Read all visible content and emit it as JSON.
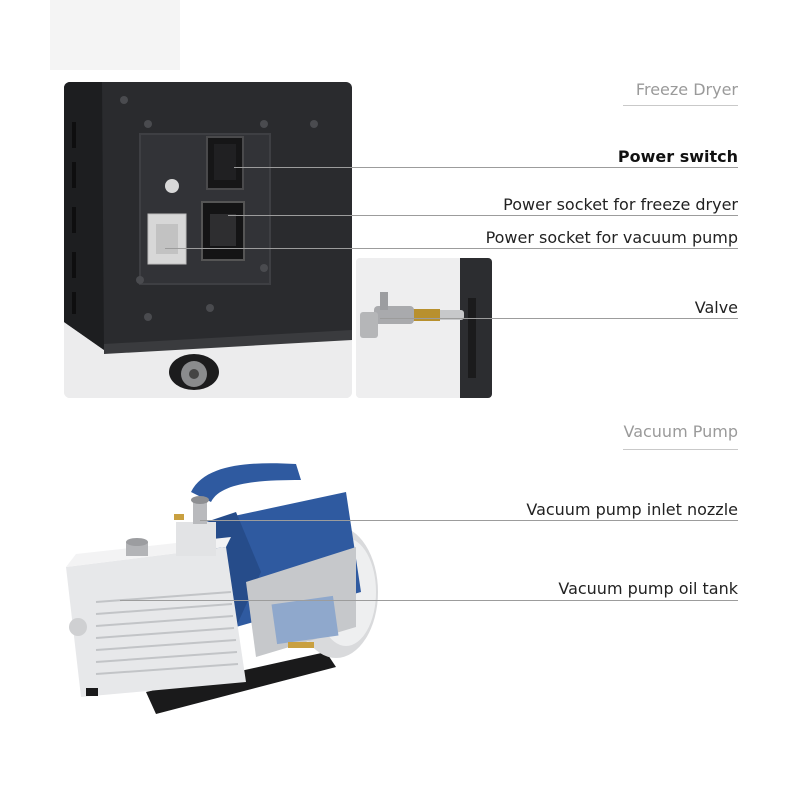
{
  "sections": {
    "freeze_dryer_title": "Freeze Dryer",
    "vacuum_pump_title": "Vacuum Pump"
  },
  "labels": {
    "power_switch": "Power switch",
    "power_socket_freeze_dryer": "Power socket for freeze dryer",
    "power_socket_vacuum_pump": "Power socket for vacuum pump",
    "valve": "Valve",
    "pump_inlet_nozzle": "Vacuum pump inlet nozzle",
    "pump_oil_tank": "Vacuum pump oil tank"
  },
  "colors": {
    "cabinet": "#2b2c2f",
    "pump_blue": "#2f5aa0",
    "pump_body": "#e8e9eb",
    "title_gray": "#9a9a9a"
  }
}
